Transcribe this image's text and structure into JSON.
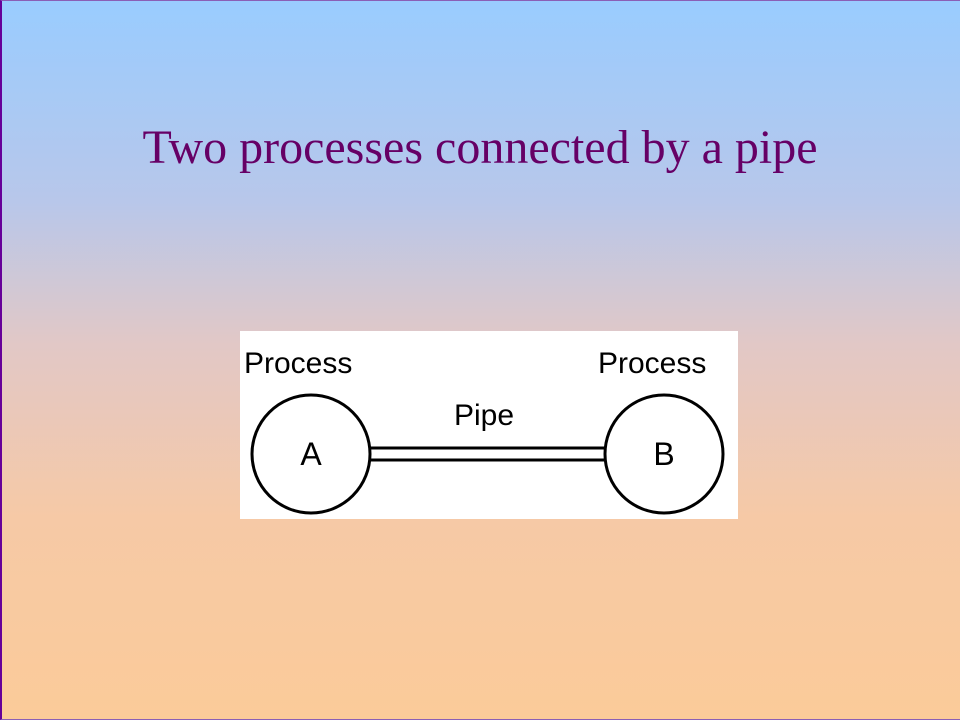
{
  "slide": {
    "title": "Two processes connected by a pipe"
  },
  "diagram": {
    "process_a": {
      "caption": "Process",
      "name": "A"
    },
    "process_b": {
      "caption": "Process",
      "name": "B"
    },
    "pipe": {
      "label": "Pipe"
    }
  },
  "colors": {
    "title": "#660066",
    "frame": "#660099",
    "gradient_top": "#99ccff",
    "gradient_bottom": "#fbcb99",
    "diagram_background": "#ffffff",
    "diagram_ink": "#000000"
  }
}
